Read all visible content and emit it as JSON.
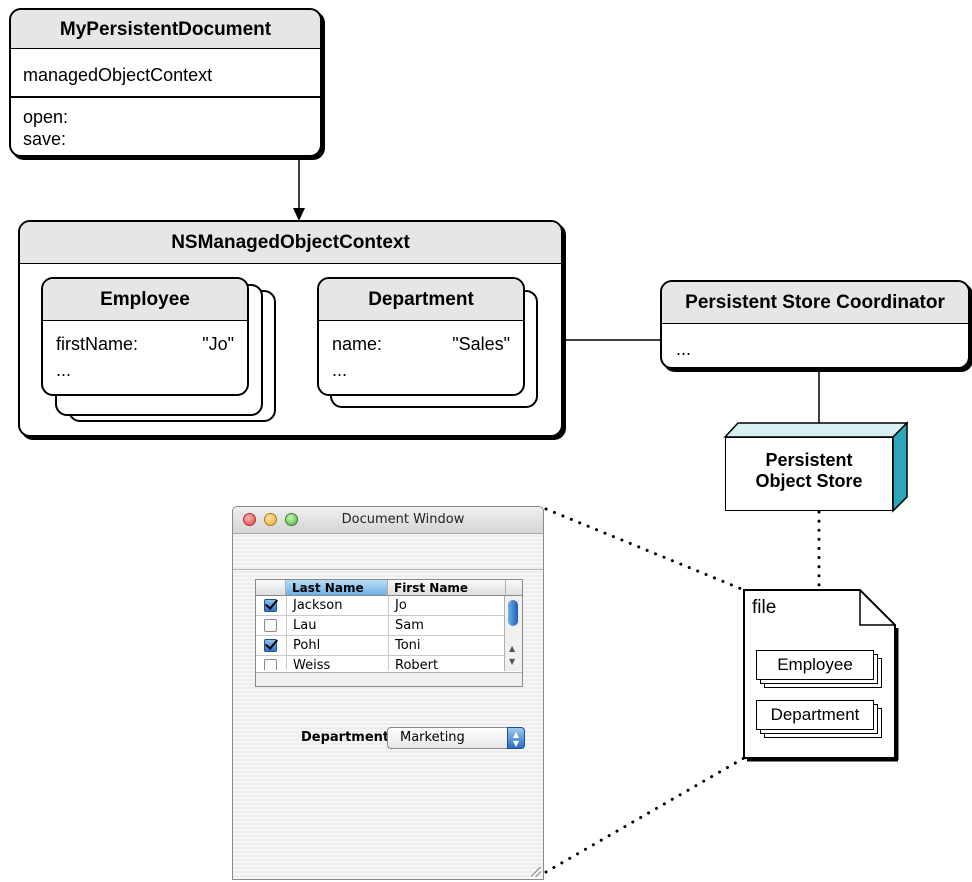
{
  "my_persistent_document": {
    "title": "MyPersistentDocument",
    "attribute": "managedObjectContext",
    "methods": [
      "open:",
      "save:"
    ]
  },
  "managed_object_context": {
    "title": "NSManagedObjectContext",
    "employee": {
      "title": "Employee",
      "attr_name": "firstName:",
      "attr_value": "\"Jo\"",
      "more": "..."
    },
    "department": {
      "title": "Department",
      "attr_name": "name:",
      "attr_value": "\"Sales\"",
      "more": "..."
    }
  },
  "coordinator": {
    "title": "Persistent Store Coordinator",
    "body": "..."
  },
  "object_store": {
    "line1": "Persistent",
    "line2": "Object Store"
  },
  "file": {
    "label": "file",
    "cards": [
      "Employee",
      "Department"
    ]
  },
  "window": {
    "title": "Document Window",
    "columns": [
      "Last Name",
      "First Name"
    ],
    "rows": [
      {
        "checked": true,
        "last": "Jackson",
        "first": "Jo"
      },
      {
        "checked": false,
        "last": "Lau",
        "first": "Sam"
      },
      {
        "checked": true,
        "last": "Pohl",
        "first": "Toni"
      },
      {
        "checked": false,
        "last": "Weiss",
        "first": "Robert"
      }
    ],
    "department_label": "Department",
    "department_value": "Marketing"
  },
  "colors": {
    "store_side": "#2aa7b8",
    "store_top": "#d7f0f3",
    "box_header": "#e6e6e6"
  }
}
